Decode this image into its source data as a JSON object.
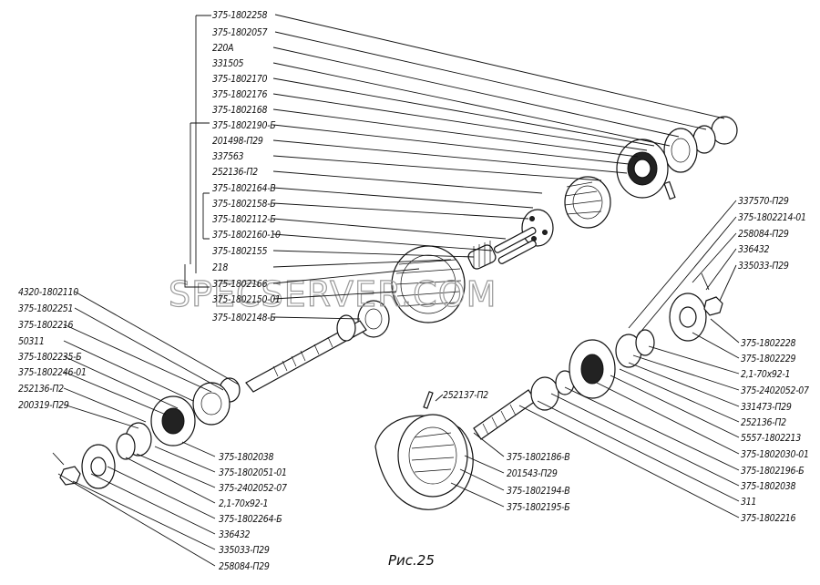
{
  "figure_caption": "Рис.25",
  "watermark": "SPECSERVER.COM",
  "labels_top": [
    "375-1802258",
    "375-1802057",
    "220А",
    "331505",
    "375-1802170",
    "375-1802176",
    "375-1802168",
    "375-1802190-Б",
    "201498-П29",
    "337563",
    "252136-П2",
    "375-1802164-В",
    "375-1802158-Б",
    "375-1802112-Б",
    "375-1802160-10",
    "375-1802155",
    "218",
    "375-1802166",
    "375-1802150-01",
    "375-1802148-Б"
  ],
  "labels_left": [
    "4320-1802110",
    "375-1802251",
    "375-1802216",
    "50311",
    "375-1802235-Б",
    "375-1802246-01",
    "252136-П2",
    "200319-П29"
  ],
  "labels_bottom_left": [
    "375-1802038",
    "375-1802051-01",
    "375-2402052-07",
    "2,1-70х92-1",
    "375-1802264-Б",
    "336432",
    "335033-П29",
    "258084-П29"
  ],
  "labels_mid": [
    "252137-П2",
    "375-1802186-В",
    "201543-П29",
    "375-1802194-В",
    "375-1802195-Б"
  ],
  "labels_right_top": [
    "337570-П29",
    "375-1802214-01",
    "258084-П29",
    "336432",
    "335033-П29"
  ],
  "labels_right": [
    "375-1802228",
    "375-1802229",
    "2,1-70х92-1",
    "375-2402052-07",
    "331473-П29",
    "252136-П2",
    "5557-1802213",
    "375-1802030-01",
    "375-1802196-Б",
    "375-1802038",
    "311",
    "375-1802216"
  ]
}
